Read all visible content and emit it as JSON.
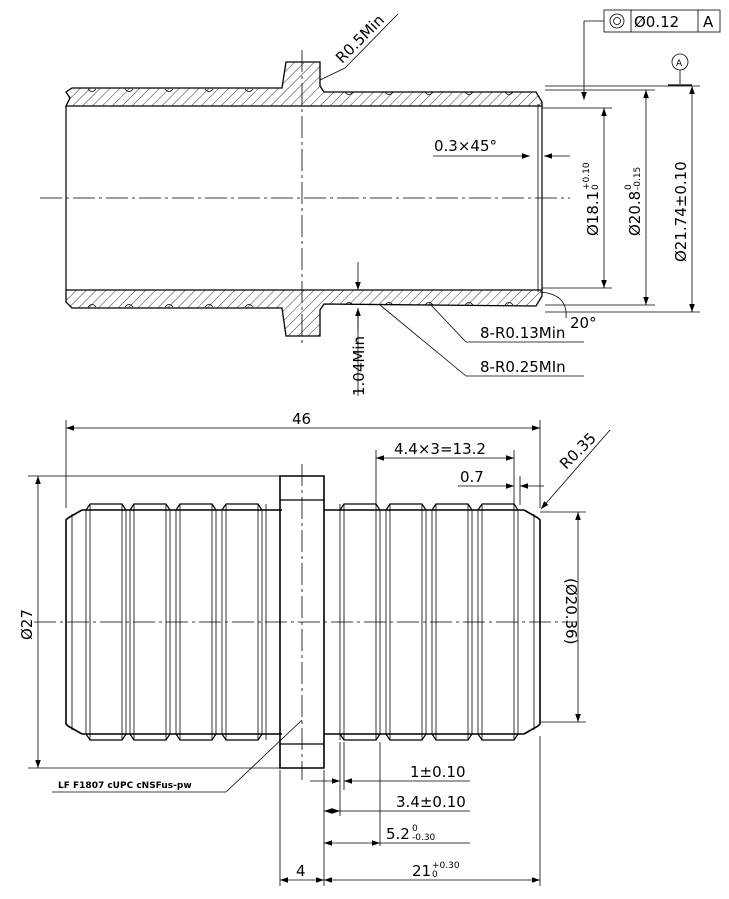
{
  "section_view": {
    "flange_fillet": "R0.5Min",
    "chamfer": "0.3×45°",
    "bore_dia": "Ø18.1",
    "bore_tol_upper": "+0.10",
    "bore_tol_lower": "0",
    "seat_dia": "Ø20.8",
    "seat_tol_upper": "0",
    "seat_tol_lower": "-0.15",
    "outer_dia": "Ø21.74±0.10",
    "lead_angle": "20°",
    "groove_root_radius": "8-R0.13Min",
    "groove_edge_radius": "8-R0.25MIn",
    "wall_min": "1.04Min",
    "datum": "A",
    "tolerance_frame": {
      "symbol": "concentricity",
      "value": "Ø0.12",
      "datum": "A"
    }
  },
  "side_view": {
    "overall_length": "46",
    "barb_spacing": "4.4×3=13.2",
    "tip_radius": "R0.35",
    "tip_land": "0.7",
    "flange_dia": "Ø27",
    "ref_dia": "(Ø20.36)",
    "marking": "LF  F1807 cUPC cNSFus-pw",
    "groove_width": "1±0.10",
    "first_barb": "3.4±0.10",
    "second_barb": "5.2",
    "second_barb_tol_upper": "0",
    "second_barb_tol_lower": "-0.30",
    "flange_width": "4",
    "insert_length": "21",
    "insert_tol_upper": "+0.30",
    "insert_tol_lower": "0"
  }
}
